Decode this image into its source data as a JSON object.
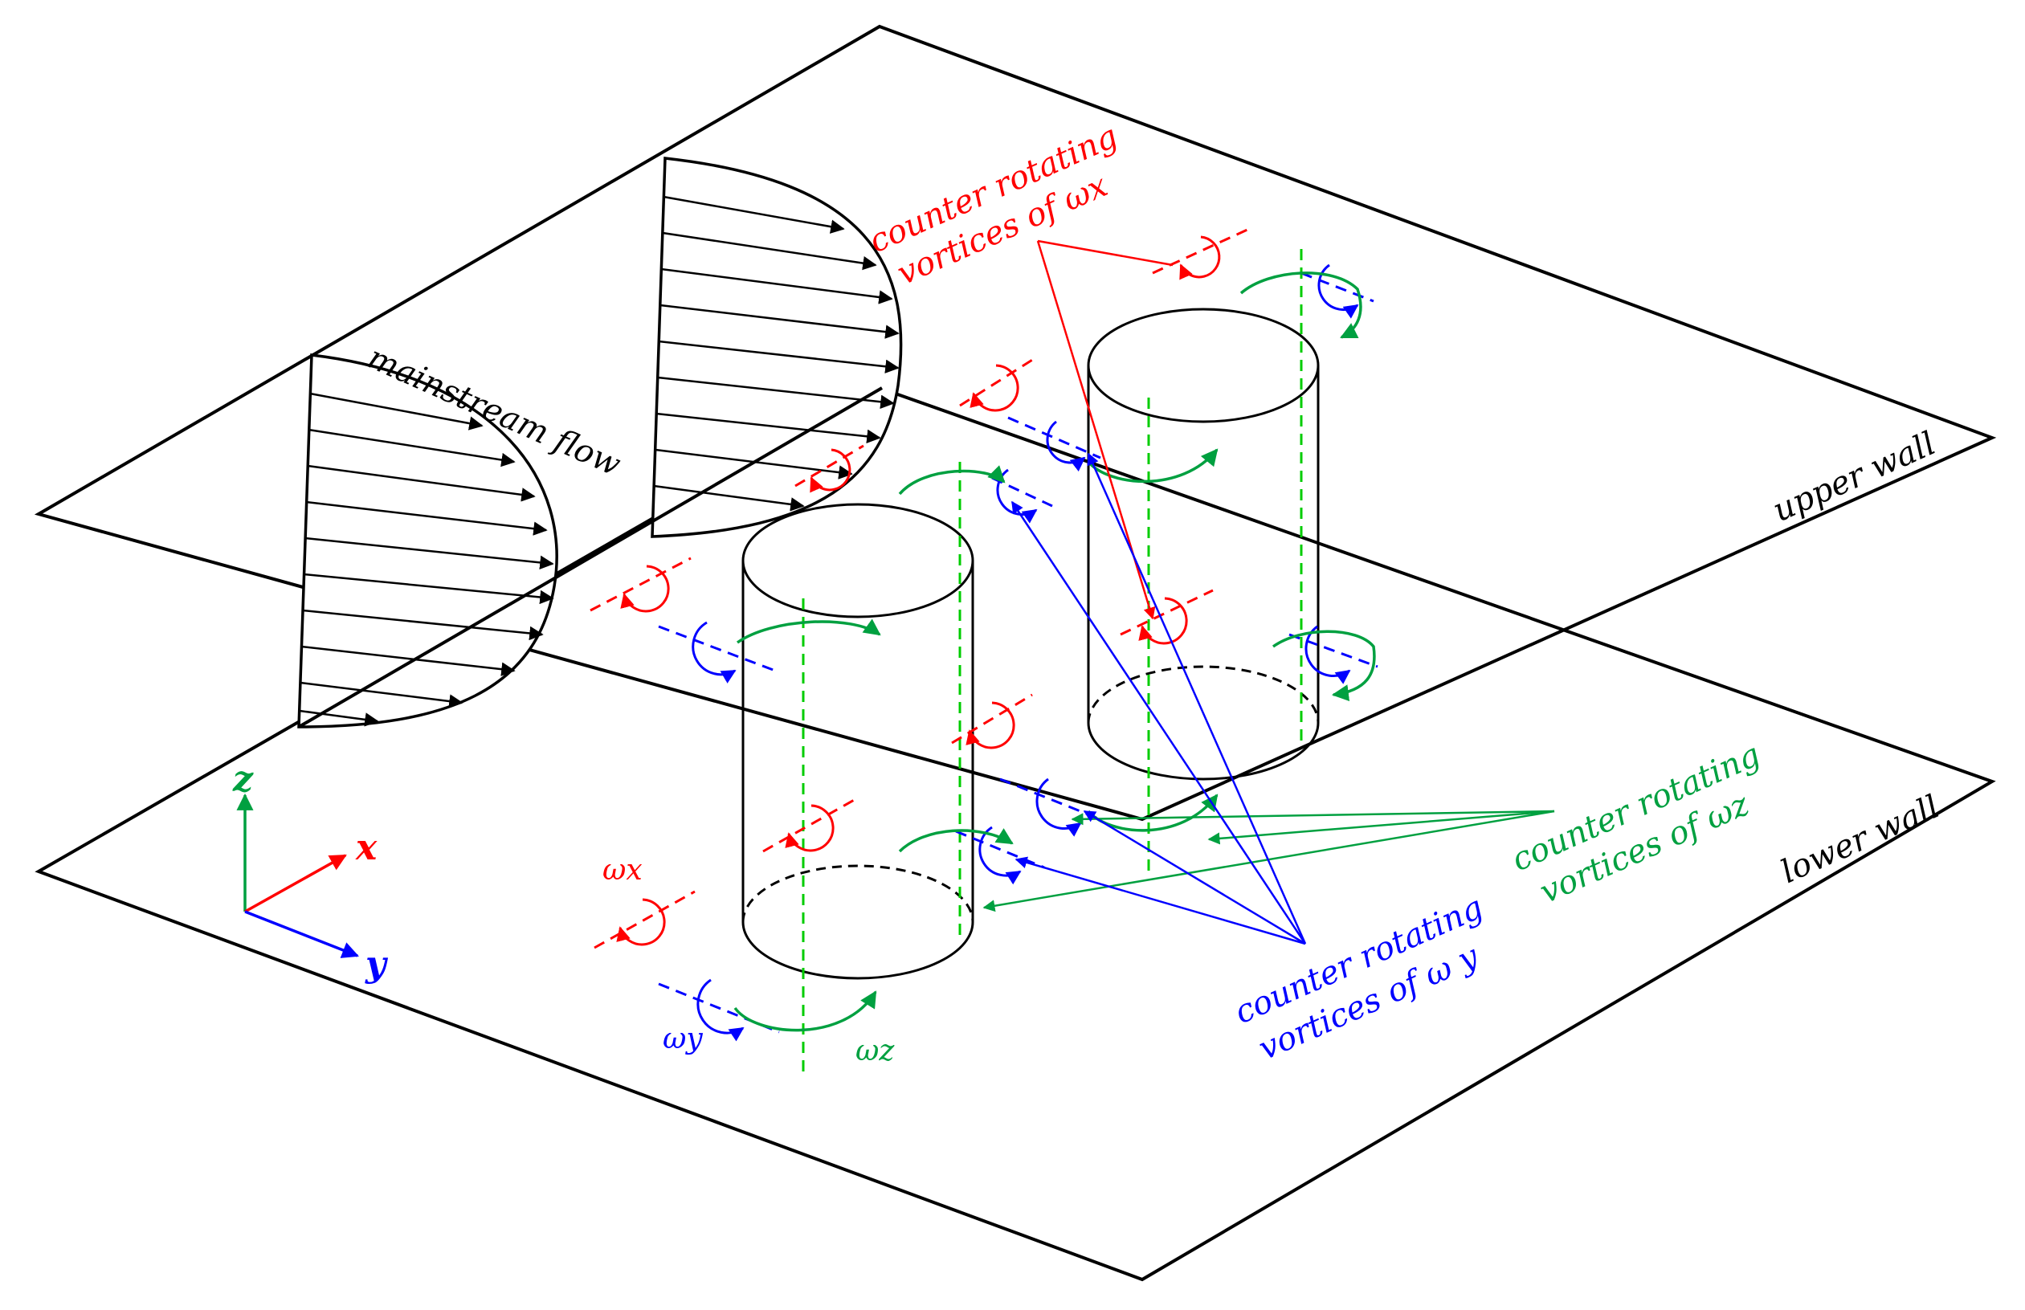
{
  "labels": {
    "mainstream_flow": "mainstream flow",
    "upper_wall": "upper wall",
    "lower_wall": "lower wall",
    "red_callout_1": "counter rotating",
    "red_callout_2": "vortices of  ωx",
    "green_callout_1": "counter rotating",
    "green_callout_2": "vortices of  ωz",
    "blue_callout_1": "counter rotating",
    "blue_callout_2": "vortices of  ω y",
    "axis_x": "x",
    "axis_y": "y",
    "axis_z": "z",
    "legend_omega_x": "ωx",
    "legend_omega_y": "ωy",
    "legend_omega_z": "ωz"
  },
  "colors": {
    "omega_x": "#ff0000",
    "omega_y": "#0000ff",
    "omega_z": "#00a040",
    "structure": "#000000"
  }
}
